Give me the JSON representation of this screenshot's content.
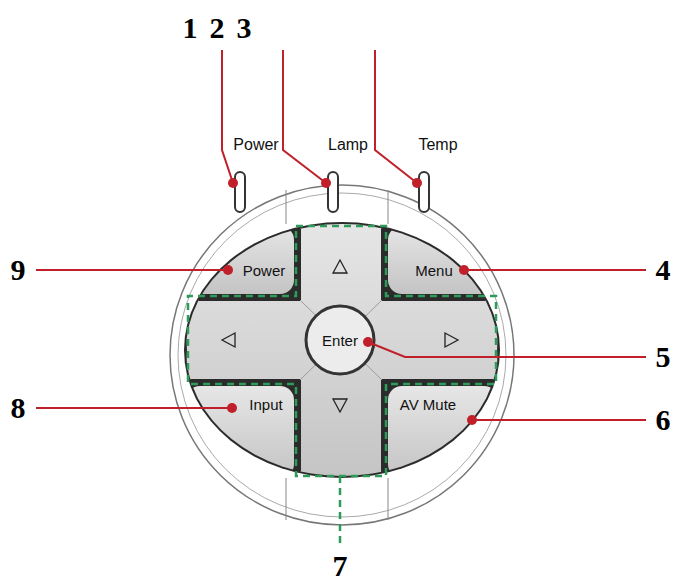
{
  "diagram": {
    "labels": [
      "1",
      "2",
      "3",
      "Power",
      "Lamp",
      "Temp",
      "9",
      "Power",
      "Menu",
      "4",
      "Enter",
      "5",
      "8",
      "Input",
      "AV Mute",
      "6",
      "7"
    ]
  }
}
